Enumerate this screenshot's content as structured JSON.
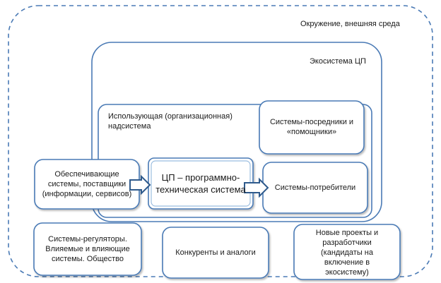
{
  "environment": {
    "label": "Окружение, внешняя среда"
  },
  "ecosystem": {
    "label": "Экосистема ЦП"
  },
  "using_system": {
    "label_line1": "Использующая (организационная)",
    "label_line2": "надсистема"
  },
  "boxes": {
    "intermediaries": {
      "line1": "Системы-посредники и",
      "line2": "«помощники»"
    },
    "suppliers": {
      "line1": "Обеспечивающие",
      "line2": "системы, поставщики",
      "line3": "(информации, сервисов)"
    },
    "core": {
      "line1": "ЦП – программно-",
      "line2": "техническая система"
    },
    "consumers": {
      "line1": "Системы-потребители"
    },
    "regulators": {
      "line1": "Системы-регуляторы.",
      "line2": "Влияемые и влияющие",
      "line3": "системы. Общество"
    },
    "competitors": {
      "line1": "Конкуренты и аналоги"
    },
    "new_projects": {
      "line1": "Новые проекты и",
      "line2": "разработчики",
      "line3": "(кандидаты на",
      "line4": "включение в",
      "line5": "экосистему)"
    }
  },
  "colors": {
    "stroke": "#4a7ab5",
    "arrow_fill": "#ffffff",
    "text": "#1a1a1a"
  }
}
